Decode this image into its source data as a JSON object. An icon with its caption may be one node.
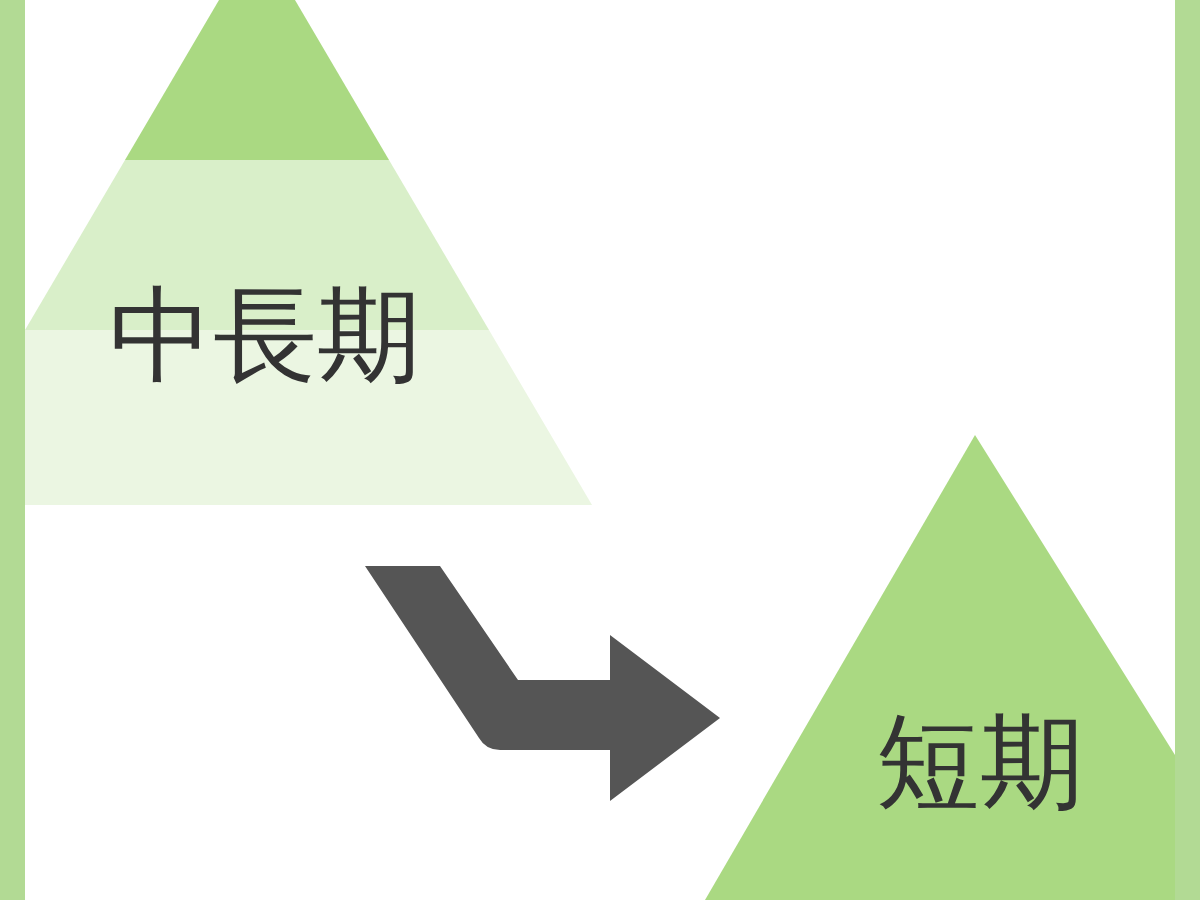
{
  "diagram": {
    "nodes": [
      {
        "text": [
          "中長期"
        ]
      },
      {
        "text": [
          "短期"
        ]
      }
    ],
    "edges": [
      {
        "from": 0,
        "to": 1,
        "arrow": "to"
      }
    ]
  }
}
